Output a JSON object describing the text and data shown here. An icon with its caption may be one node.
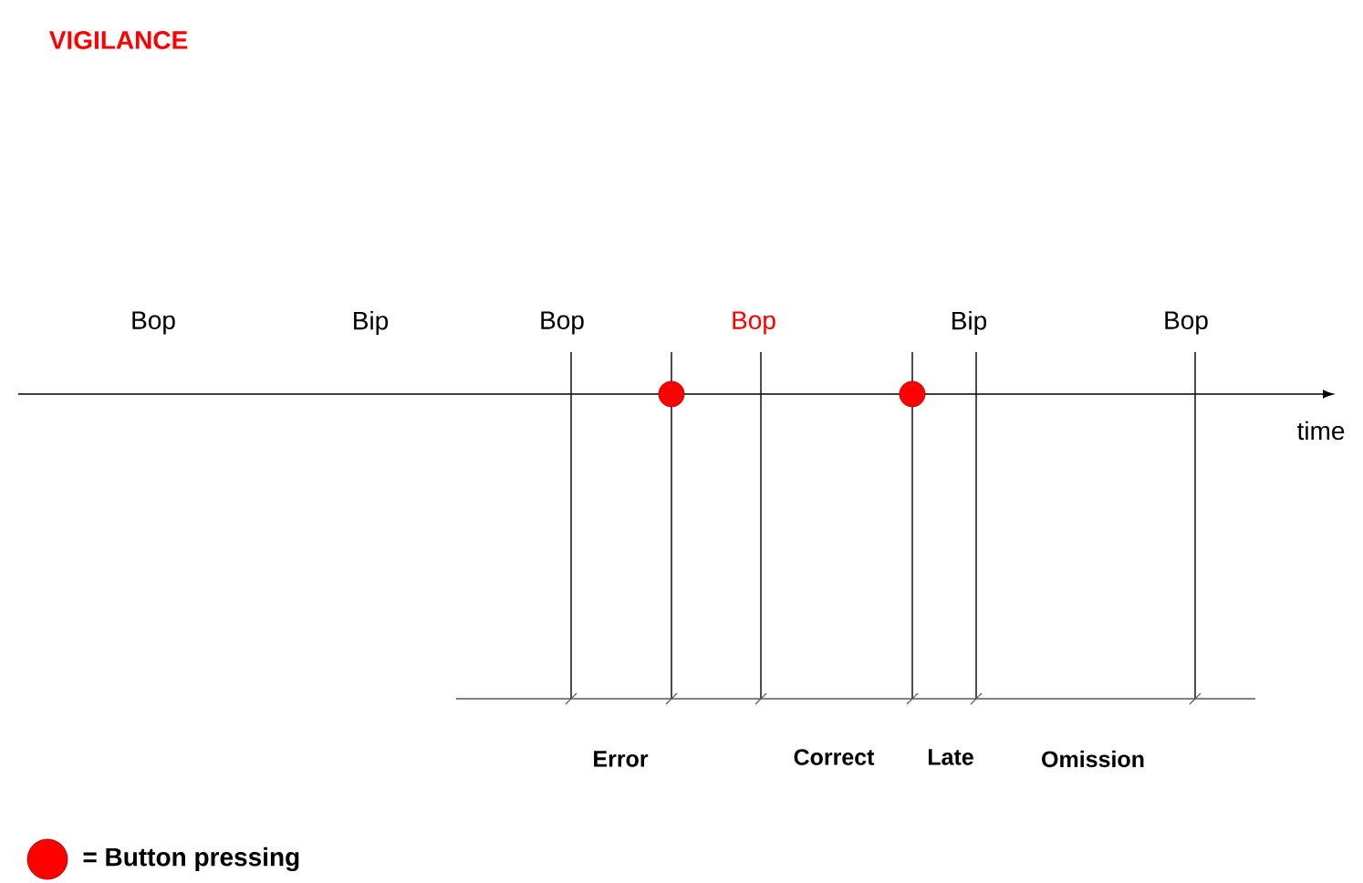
{
  "diagram": {
    "title": "VIGILANCE",
    "labels": [
      "Bop",
      "Bip",
      "Bop",
      "Bop",
      "Bip",
      "Bop",
      "time",
      "Error",
      "Correct",
      "Late",
      "Omission"
    ],
    "legend": [
      {
        "text": "= Button pressing",
        "color": "#ff0000"
      }
    ]
  }
}
